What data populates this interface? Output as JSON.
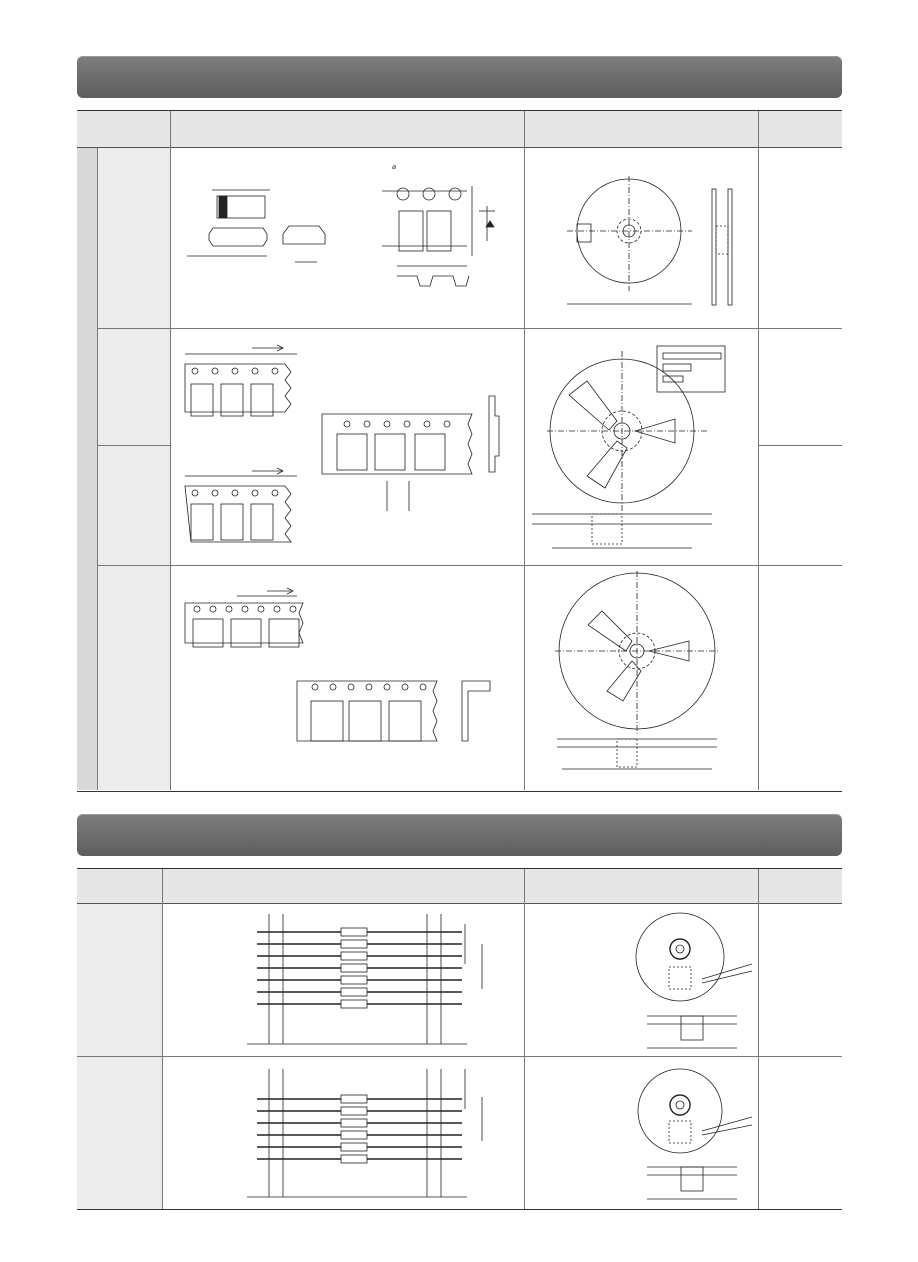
{
  "page": {
    "corner_mark": "",
    "sections": [
      {
        "id": "surface-mount-taping",
        "title": ""
      },
      {
        "id": "axial-taping",
        "title": ""
      }
    ]
  },
  "drawing_marks": {
    "diameter": "⌀",
    "phi": "φ"
  },
  "colors": {
    "banner": "#6b6b6b",
    "header_fill": "#e6e6e6",
    "line": "#333333"
  }
}
